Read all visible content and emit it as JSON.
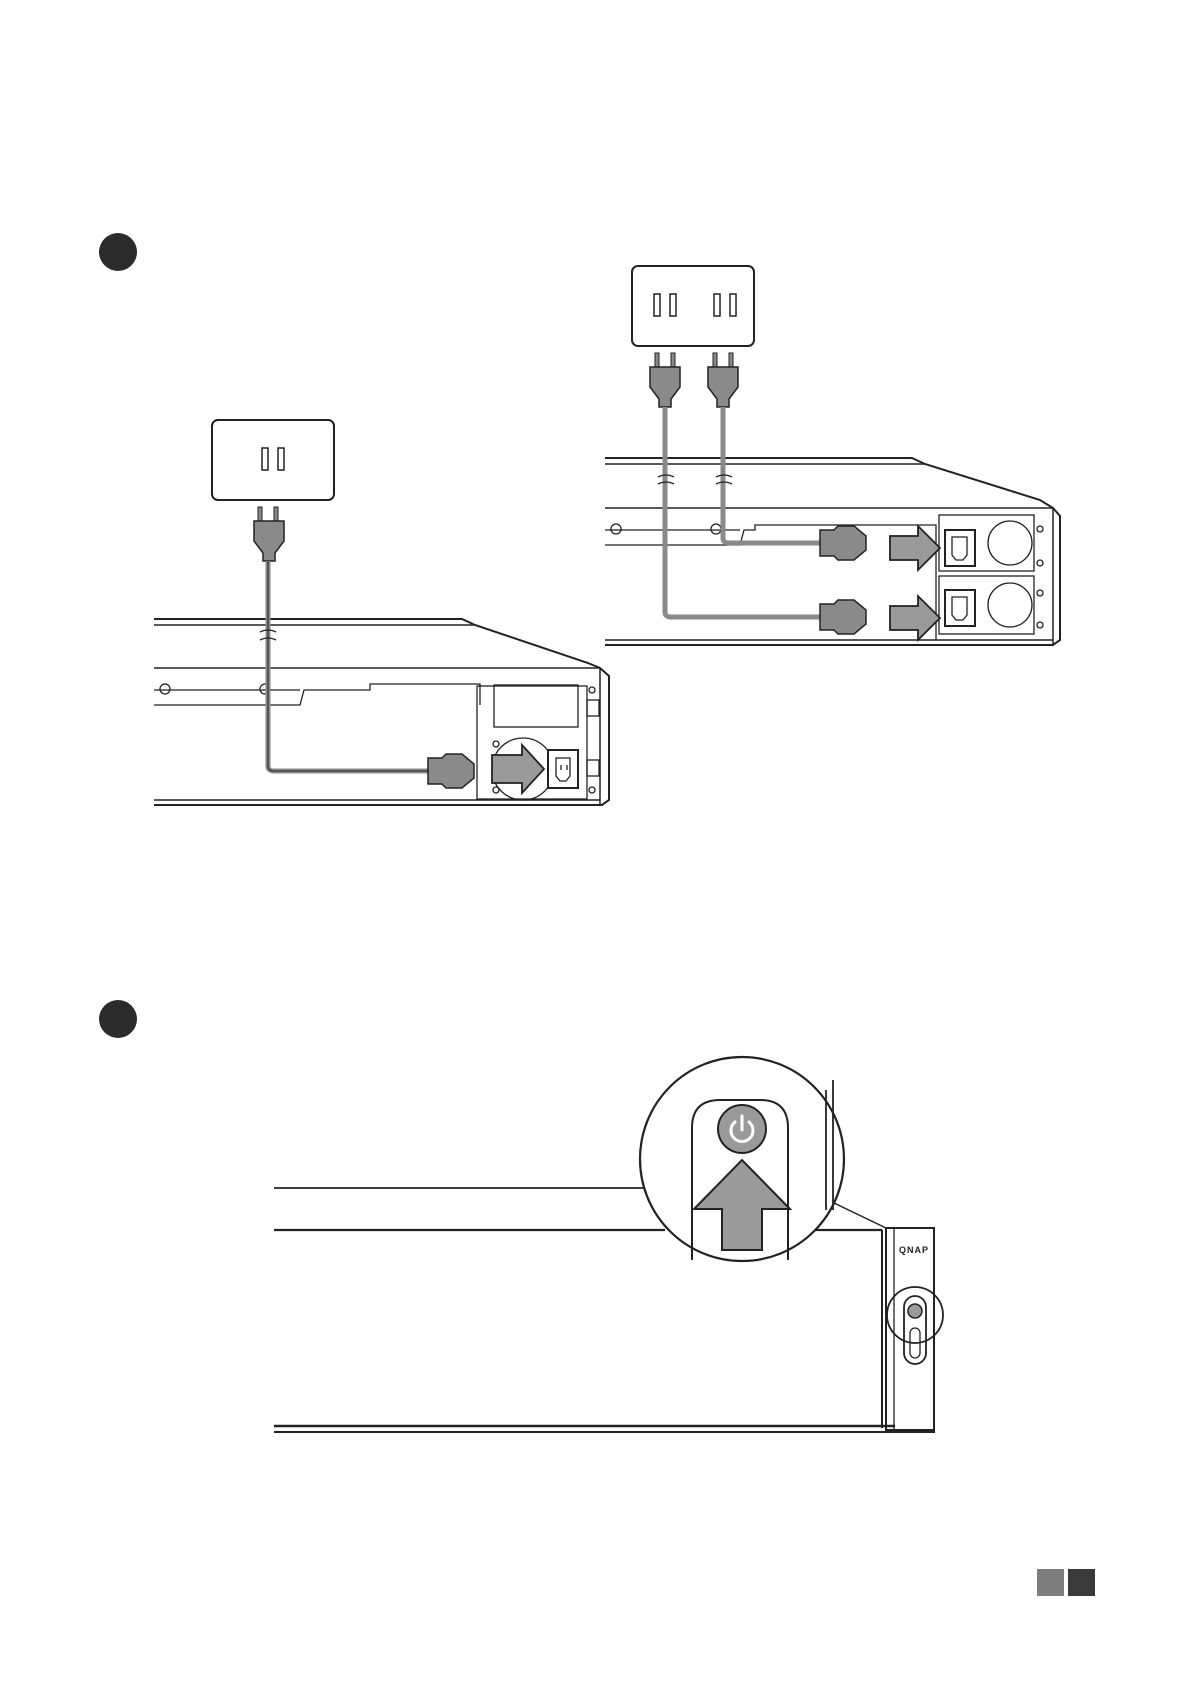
{
  "brand": {
    "logo_text": "QNAP"
  },
  "colors": {
    "step_marker": "#2b2b2b",
    "cable": "#8a8a8a",
    "arrow_fill": "#9a9a9a",
    "power_button": "#9a9a9a",
    "page_square_light": "#7d7d7d",
    "page_square_dark": "#3a3a3a"
  },
  "icons": {
    "step_1": "filled-circle-marker",
    "step_2": "filled-circle-marker",
    "power": "power-symbol-icon"
  }
}
